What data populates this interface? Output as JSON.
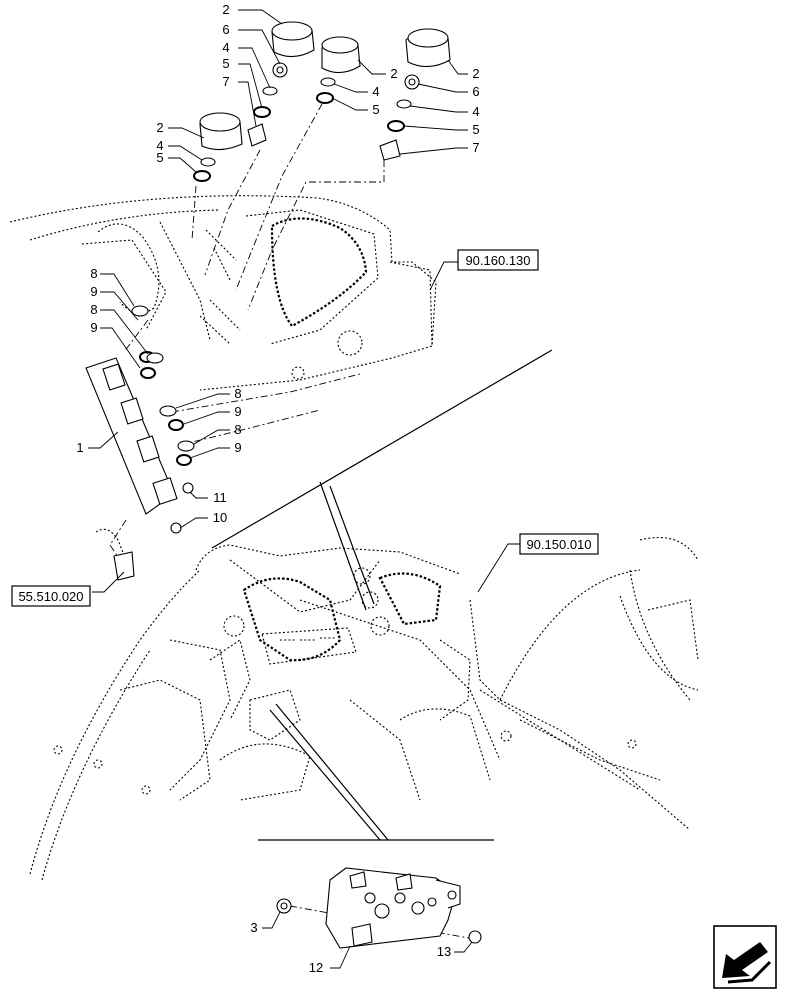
{
  "diagram": {
    "callouts": [
      {
        "id": "c2a",
        "label": "2"
      },
      {
        "id": "c6a",
        "label": "6"
      },
      {
        "id": "c4a",
        "label": "4"
      },
      {
        "id": "c5a",
        "label": "5"
      },
      {
        "id": "c7a",
        "label": "7"
      },
      {
        "id": "c2b",
        "label": "2"
      },
      {
        "id": "c4b",
        "label": "4"
      },
      {
        "id": "c5b",
        "label": "5"
      },
      {
        "id": "c2c",
        "label": "2"
      },
      {
        "id": "c6c",
        "label": "6"
      },
      {
        "id": "c4c",
        "label": "4"
      },
      {
        "id": "c5c",
        "label": "5"
      },
      {
        "id": "c7c",
        "label": "7"
      },
      {
        "id": "c2d",
        "label": "2"
      },
      {
        "id": "c4d",
        "label": "4"
      },
      {
        "id": "c5d",
        "label": "5"
      },
      {
        "id": "c8a",
        "label": "8"
      },
      {
        "id": "c9a",
        "label": "9"
      },
      {
        "id": "c8b",
        "label": "8"
      },
      {
        "id": "c9b",
        "label": "9"
      },
      {
        "id": "c8c",
        "label": "8"
      },
      {
        "id": "c9c",
        "label": "9"
      },
      {
        "id": "c8d",
        "label": "8"
      },
      {
        "id": "c9d",
        "label": "9"
      },
      {
        "id": "c1",
        "label": "1"
      },
      {
        "id": "c11",
        "label": "11"
      },
      {
        "id": "c10",
        "label": "10"
      },
      {
        "id": "c3",
        "label": "3"
      },
      {
        "id": "c12",
        "label": "12"
      },
      {
        "id": "c13",
        "label": "13"
      }
    ],
    "references": [
      {
        "id": "ref1",
        "label": "90.160.130"
      },
      {
        "id": "ref2",
        "label": "90.150.010"
      },
      {
        "id": "ref3",
        "label": "55.510.020"
      }
    ]
  }
}
